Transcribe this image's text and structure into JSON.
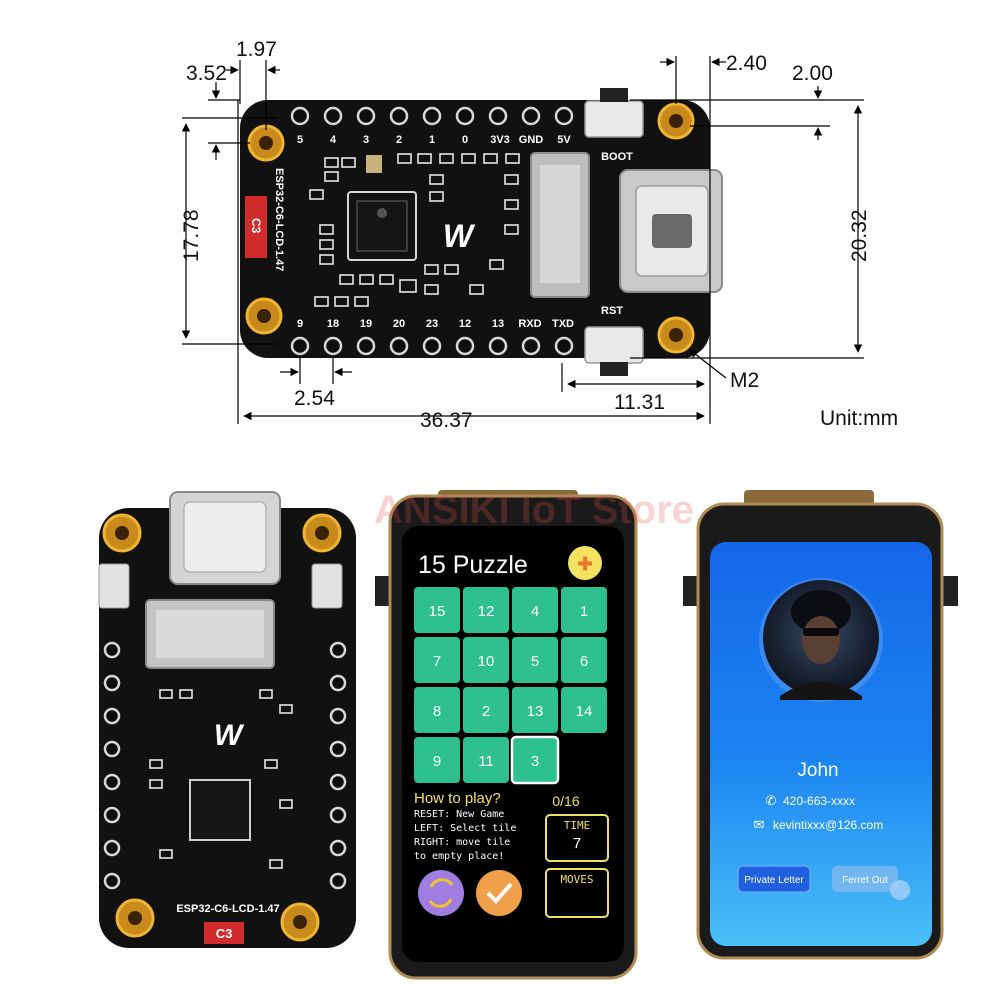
{
  "diagram": {
    "dims": {
      "d352": "3.52",
      "d197": "1.97",
      "d240": "2.40",
      "d200": "2.00",
      "d1778": "17.78",
      "d2032": "20.32",
      "d254": "2.54",
      "d3637": "36.37",
      "d1131": "11.31",
      "m2": "M2",
      "unit": "Unit:mm"
    },
    "top_pins": [
      "5",
      "4",
      "3",
      "2",
      "1",
      "0",
      "3V3",
      "GND",
      "5V"
    ],
    "bottom_pins": [
      "9",
      "18",
      "19",
      "20",
      "23",
      "12",
      "13",
      "RXD",
      "TXD"
    ],
    "labels": {
      "boot": "BOOT",
      "rst": "RST",
      "model": "ESP32-C6-LCD-1.47",
      "c3": "C3"
    }
  },
  "watermark": "ANSIKI IoT Store",
  "puzzle": {
    "title": "15 Puzzle",
    "tiles": [
      "15",
      "12",
      "4",
      "1",
      "7",
      "10",
      "5",
      "6",
      "8",
      "2",
      "13",
      "14",
      "9",
      "11",
      "3",
      ""
    ],
    "how_title": "How to play?",
    "instructions": [
      "RESET: New Game",
      "LEFT: Select tile",
      "RIGHT: move tile",
      "to empty place!"
    ],
    "score": "0/16",
    "time_label": "TIME",
    "time_value": "7",
    "moves_label": "MOVES"
  },
  "contact": {
    "name": "John",
    "phone": "420-663-xxxx",
    "email": "kevintixxx@126.com",
    "btn_private": "Private Letter",
    "btn_ferret": "Ferret Out"
  },
  "colors": {
    "pcb": "#111111",
    "gold": "#d79a24",
    "tile": "#2ec08f",
    "screen_blue": "#1d7cf0",
    "yellow": "#f1e260"
  }
}
